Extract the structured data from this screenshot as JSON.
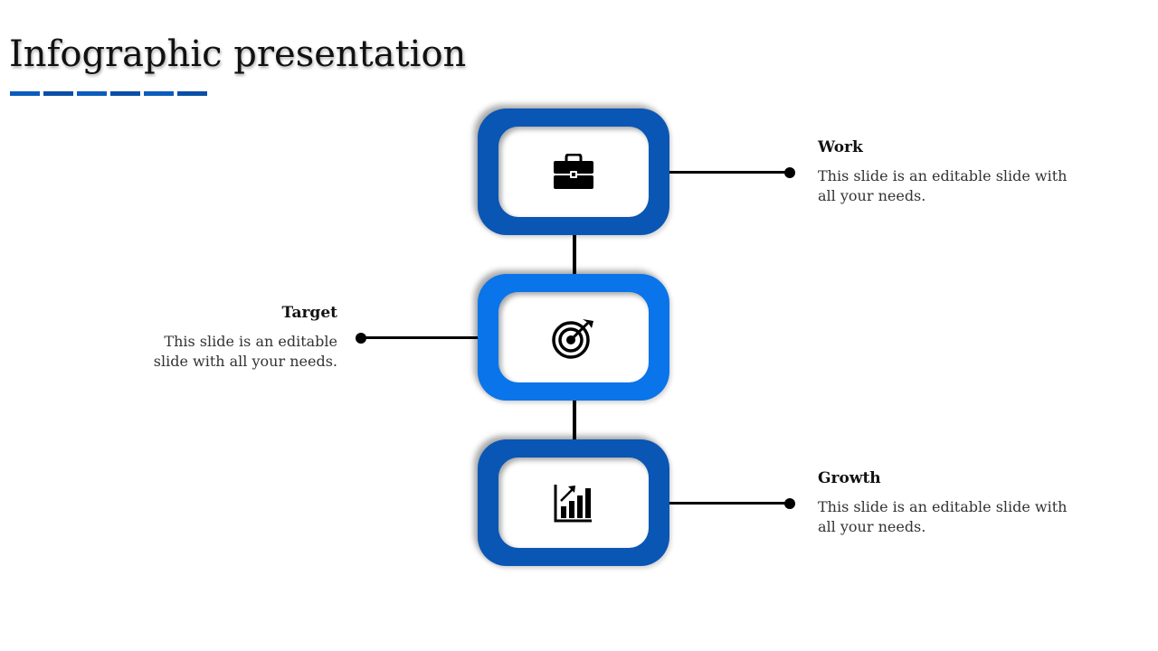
{
  "slide": {
    "title": "Infographic presentation"
  },
  "colors": {
    "dark_blue": "#0a56b4",
    "light_blue": "#0a74ea",
    "accent_underline": "#0a4fa6"
  },
  "steps": [
    {
      "title": "Work",
      "description": "This slide is an editable slide with all your needs.",
      "icon": "briefcase-icon"
    },
    {
      "title": "Target",
      "description": "This slide is an editable slide with all your needs.",
      "icon": "target-icon"
    },
    {
      "title": "Growth",
      "description": "This slide is an editable slide with all your needs.",
      "icon": "growth-chart-icon"
    }
  ]
}
